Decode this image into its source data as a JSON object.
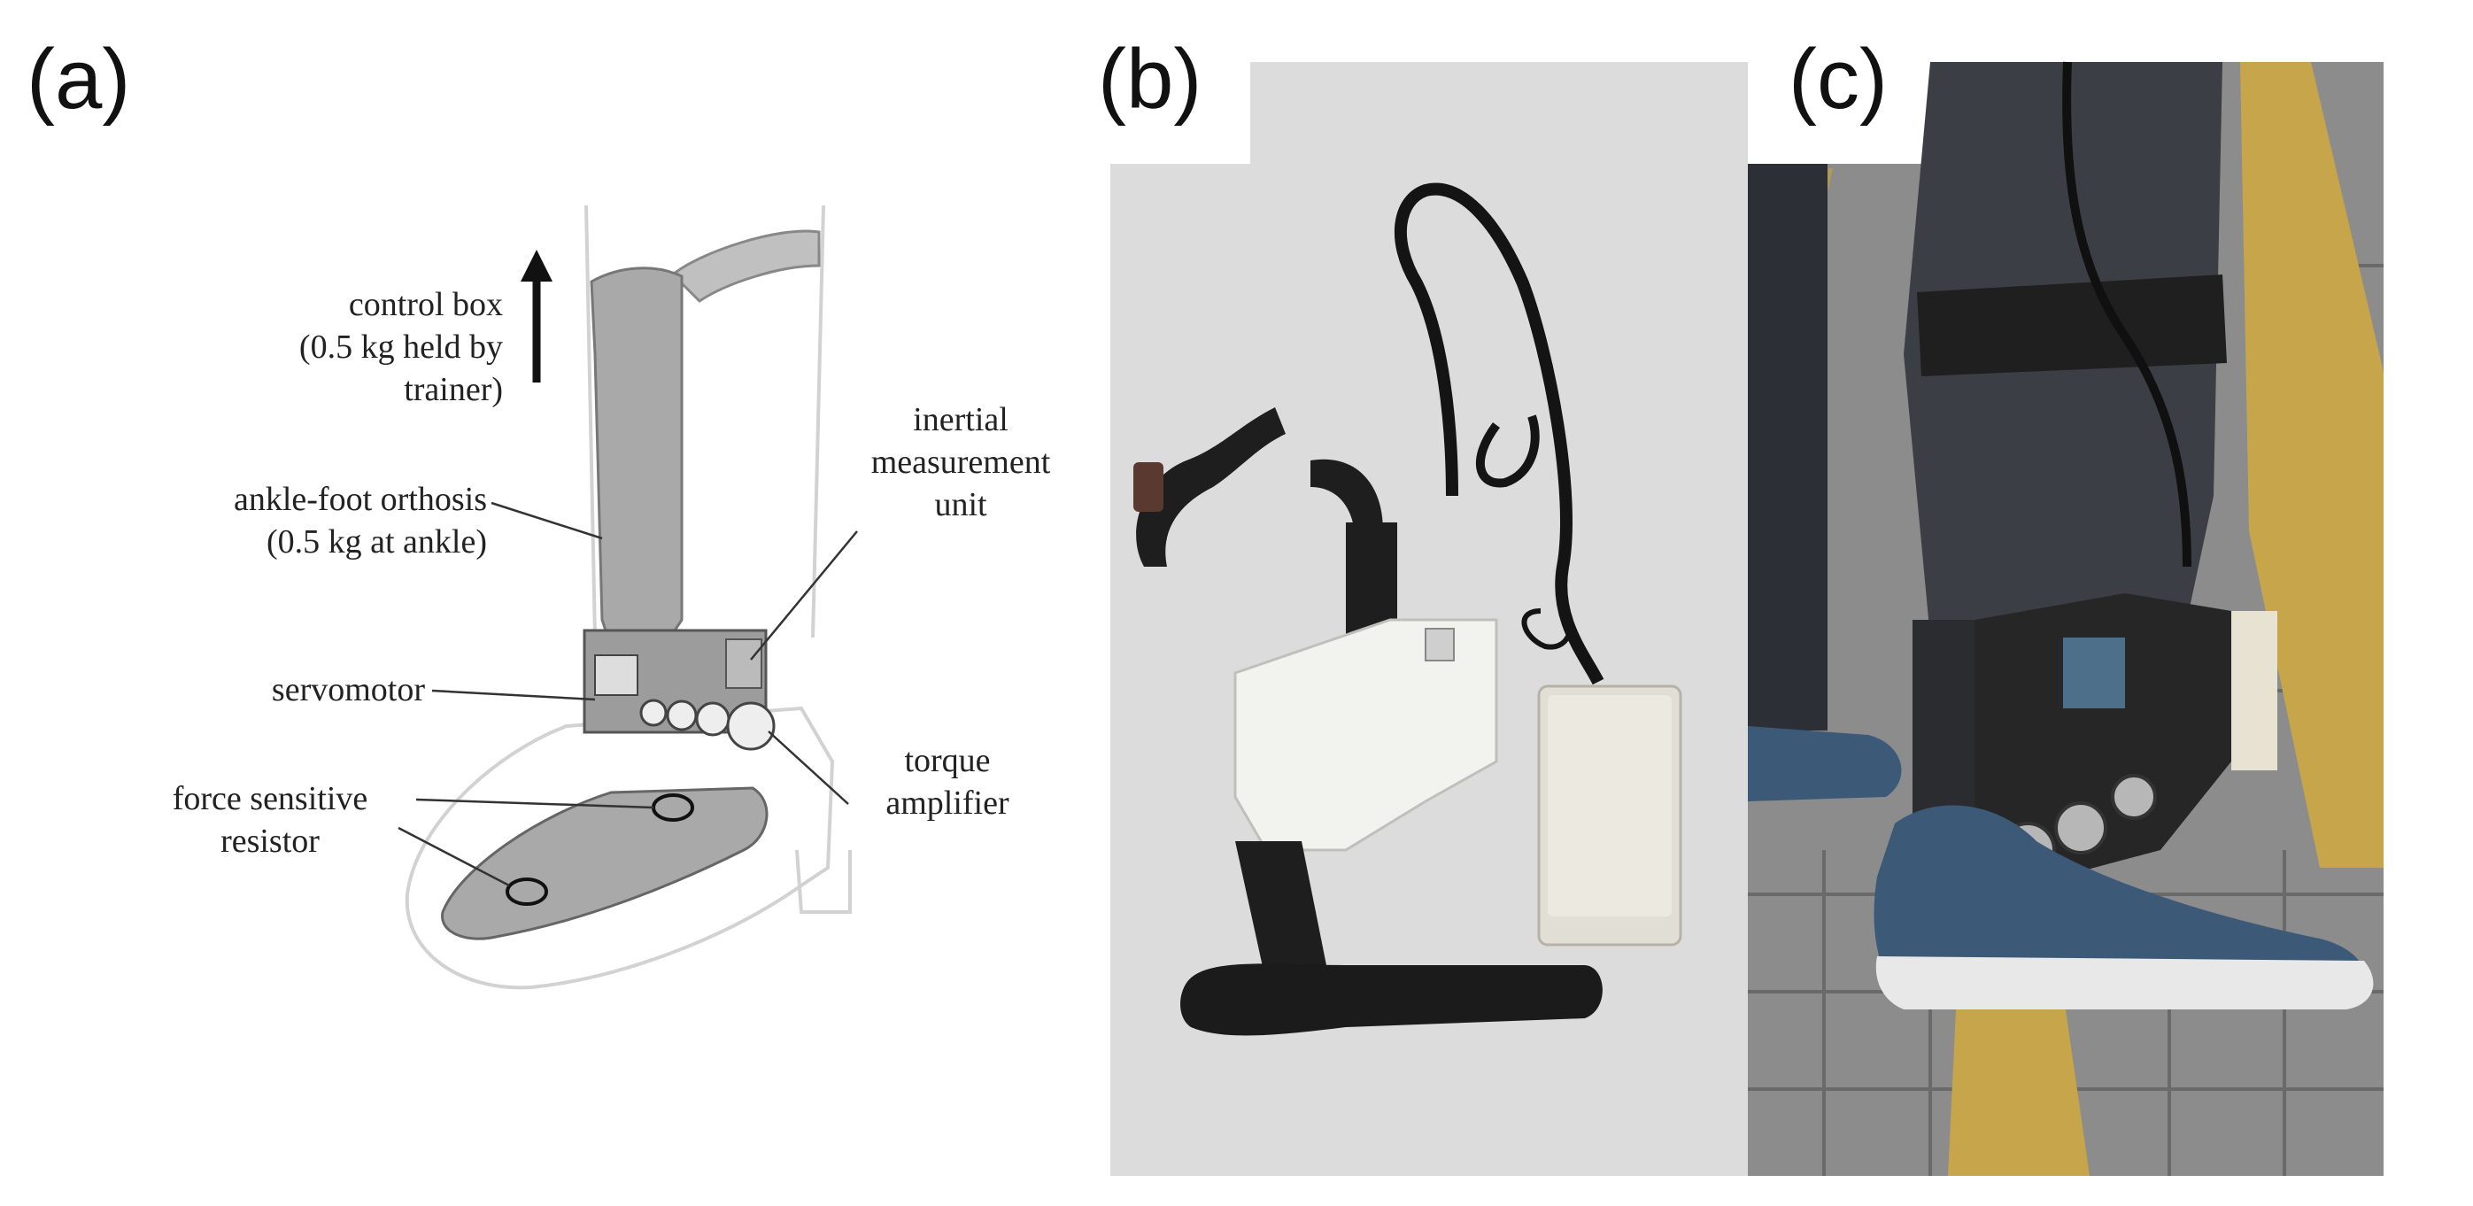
{
  "panels": {
    "a": {
      "label": "(a)",
      "callouts": {
        "control_box": [
          "control box",
          "(0.5 kg held by trainer)"
        ],
        "ankle_foot_orthosis": [
          "ankle-foot orthosis",
          "(0.5 kg at ankle)"
        ],
        "imu": [
          "inertial",
          "measurement",
          "unit"
        ],
        "servomotor": [
          "servomotor"
        ],
        "force_sensor": [
          "force sensitive",
          "resistor"
        ],
        "torque_amplifier": [
          "torque",
          "amplifier"
        ]
      }
    },
    "b": {
      "label": "(b)"
    },
    "c": {
      "label": "(c)"
    }
  },
  "colors": {
    "orthosis_gray": "#a9a9a9",
    "outline_gray": "#d2d2d2",
    "photo_b_bg": "#dcdcdc",
    "carbon_black": "#1e1e1e",
    "module_white": "#f2f2ef",
    "sidewalk_gray": "#8c8c8c",
    "tactile_yellow": "#c7a54a",
    "jeans_blue": "#3c5a78"
  }
}
